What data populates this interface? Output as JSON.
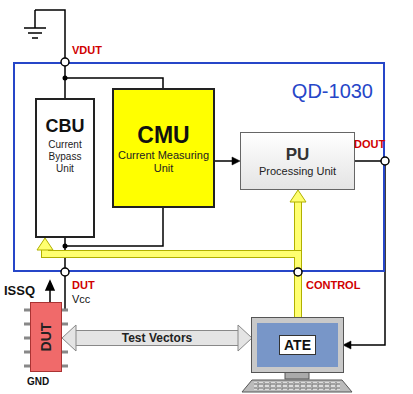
{
  "diagram": {
    "nodes": [
      {
        "text": [
          "QD-1030"
        ]
      },
      {
        "text": [
          "CBU",
          "Current Bypass Unit"
        ],
        "in": 0
      },
      {
        "text": [
          "CMU",
          "Current Measuring Unit"
        ],
        "in": 0
      },
      {
        "text": [
          "PU",
          "Processing Unit"
        ],
        "in": 0
      },
      {
        "text": [
          "DUT"
        ]
      },
      {
        "text": [
          "ATE"
        ]
      }
    ],
    "edges": [
      {
        "from": 2,
        "to": 3,
        "arrow": "to"
      },
      {
        "from": 5,
        "to": 3,
        "arrow": "to"
      },
      {
        "from": 5,
        "to": 1,
        "arrow": "to"
      },
      {
        "from": 3,
        "to": 5,
        "arrow": "to"
      },
      {
        "from": 4,
        "to": 5,
        "label": "Test Vectors",
        "arrow": "both"
      }
    ],
    "labels": [
      "VDUT",
      "DOUT",
      "DUT",
      "CONTROL",
      "ISSQ",
      "Vcc",
      "GND"
    ]
  }
}
